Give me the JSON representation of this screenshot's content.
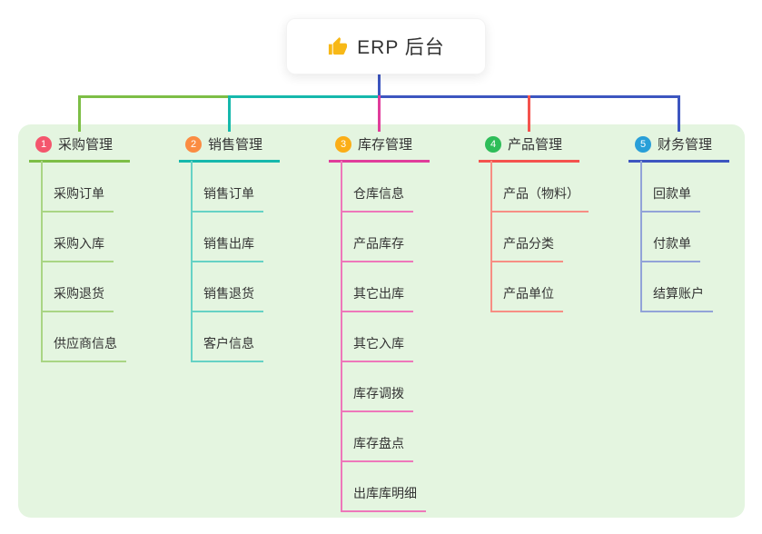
{
  "root": {
    "icon": "thumbs-up-icon",
    "icon_color": "#f7b817",
    "title": "ERP 后台"
  },
  "panel_color": "#e4f5e0",
  "branches": [
    {
      "badge": "1",
      "label": "采购管理",
      "badge_color": "#f4566d",
      "line_color": "#7dbe46",
      "item_line_color": "#a9d584",
      "items": [
        "采购订单",
        "采购入库",
        "采购退货",
        "供应商信息"
      ]
    },
    {
      "badge": "2",
      "label": "销售管理",
      "badge_color": "#fb8c42",
      "line_color": "#16b8ac",
      "item_line_color": "#66d2c5",
      "items": [
        "销售订单",
        "销售出库",
        "销售退货",
        "客户信息"
      ]
    },
    {
      "badge": "3",
      "label": "库存管理",
      "badge_color": "#fbae17",
      "line_color": "#e03d9b",
      "item_line_color": "#ee77ba",
      "items": [
        "仓库信息",
        "产品库存",
        "其它出库",
        "其它入库",
        "库存调拨",
        "库存盘点",
        "出库库明细"
      ]
    },
    {
      "badge": "4",
      "label": "产品管理",
      "badge_color": "#2ebd59",
      "line_color": "#f4534e",
      "item_line_color": "#f78e84",
      "items": [
        "产品（物料）",
        "产品分类",
        "产品单位"
      ]
    },
    {
      "badge": "5",
      "label": "财务管理",
      "badge_color": "#299fd8",
      "line_color": "#3d56c0",
      "item_line_color": "#92a3d8",
      "items": [
        "回款单",
        "付款单",
        "结算账户"
      ]
    }
  ]
}
